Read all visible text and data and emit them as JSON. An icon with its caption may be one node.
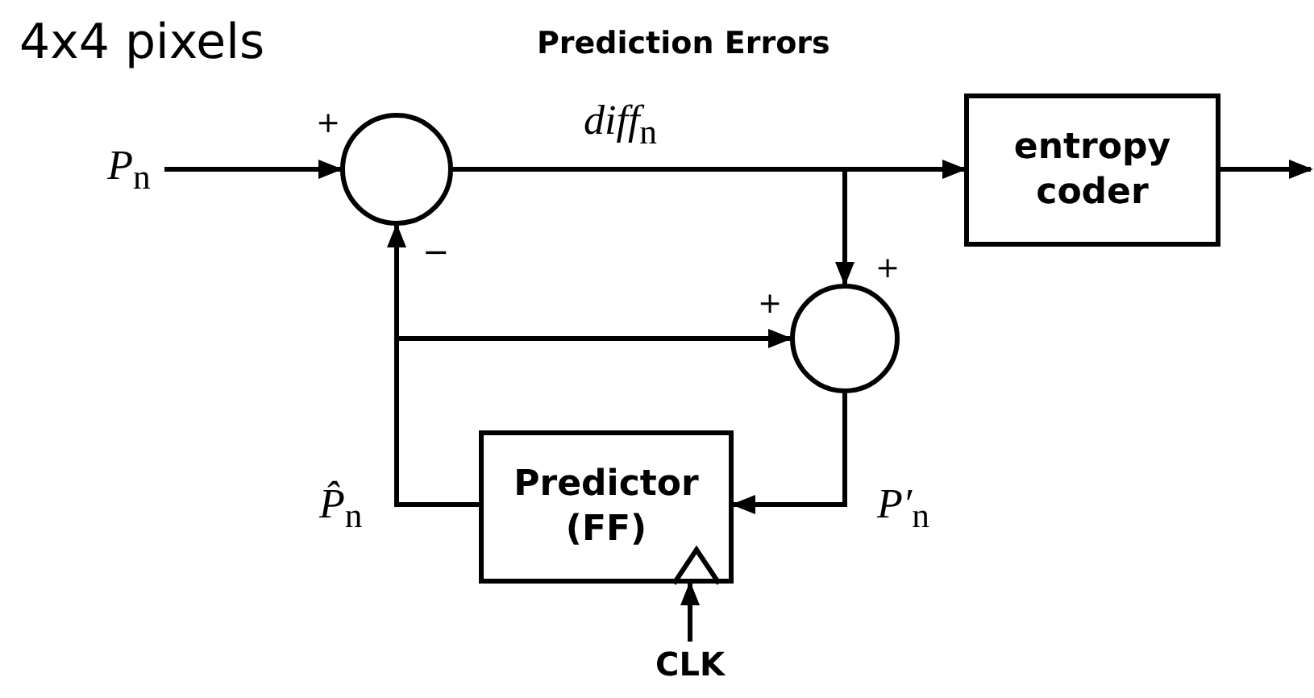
{
  "diagram": {
    "title": "Prediction Errors",
    "nodes": [
      {
        "text": [
          "*P*$_{n}$"
        ]
      },
      {
        "text": [],
        "shape": "circle"
      },
      {
        "text": [
          "entropy coder"
        ]
      },
      {
        "text": [],
        "shape": "circle"
      },
      {
        "text": [
          "Predictor (FF)"
        ]
      },
      {
        "text": [
          "CLK"
        ]
      }
    ],
    "edges": [
      {
        "from": 0,
        "to": 1,
        "arrow": "to"
      },
      {
        "from": 1,
        "to": 2,
        "arrow": "to",
        "label": "*diff*$_{n}$"
      },
      {
        "from": 1,
        "to": 3,
        "arrow": "to"
      },
      {
        "from": 4,
        "to": 1,
        "arrow": "to",
        "label": "*P̂*$_{n}$"
      },
      {
        "from": 4,
        "to": 3,
        "arrow": "to"
      },
      {
        "from": 3,
        "to": 4,
        "arrow": "to",
        "label": "*P′*$_{n}$"
      },
      {
        "from": 5,
        "to": 4,
        "arrow": "to"
      },
      {
        "from": 2,
        "to": null,
        "arrow": "to"
      }
    ],
    "labels": [
      "4x4 pixels",
      "+",
      "−",
      "+",
      "+"
    ]
  }
}
